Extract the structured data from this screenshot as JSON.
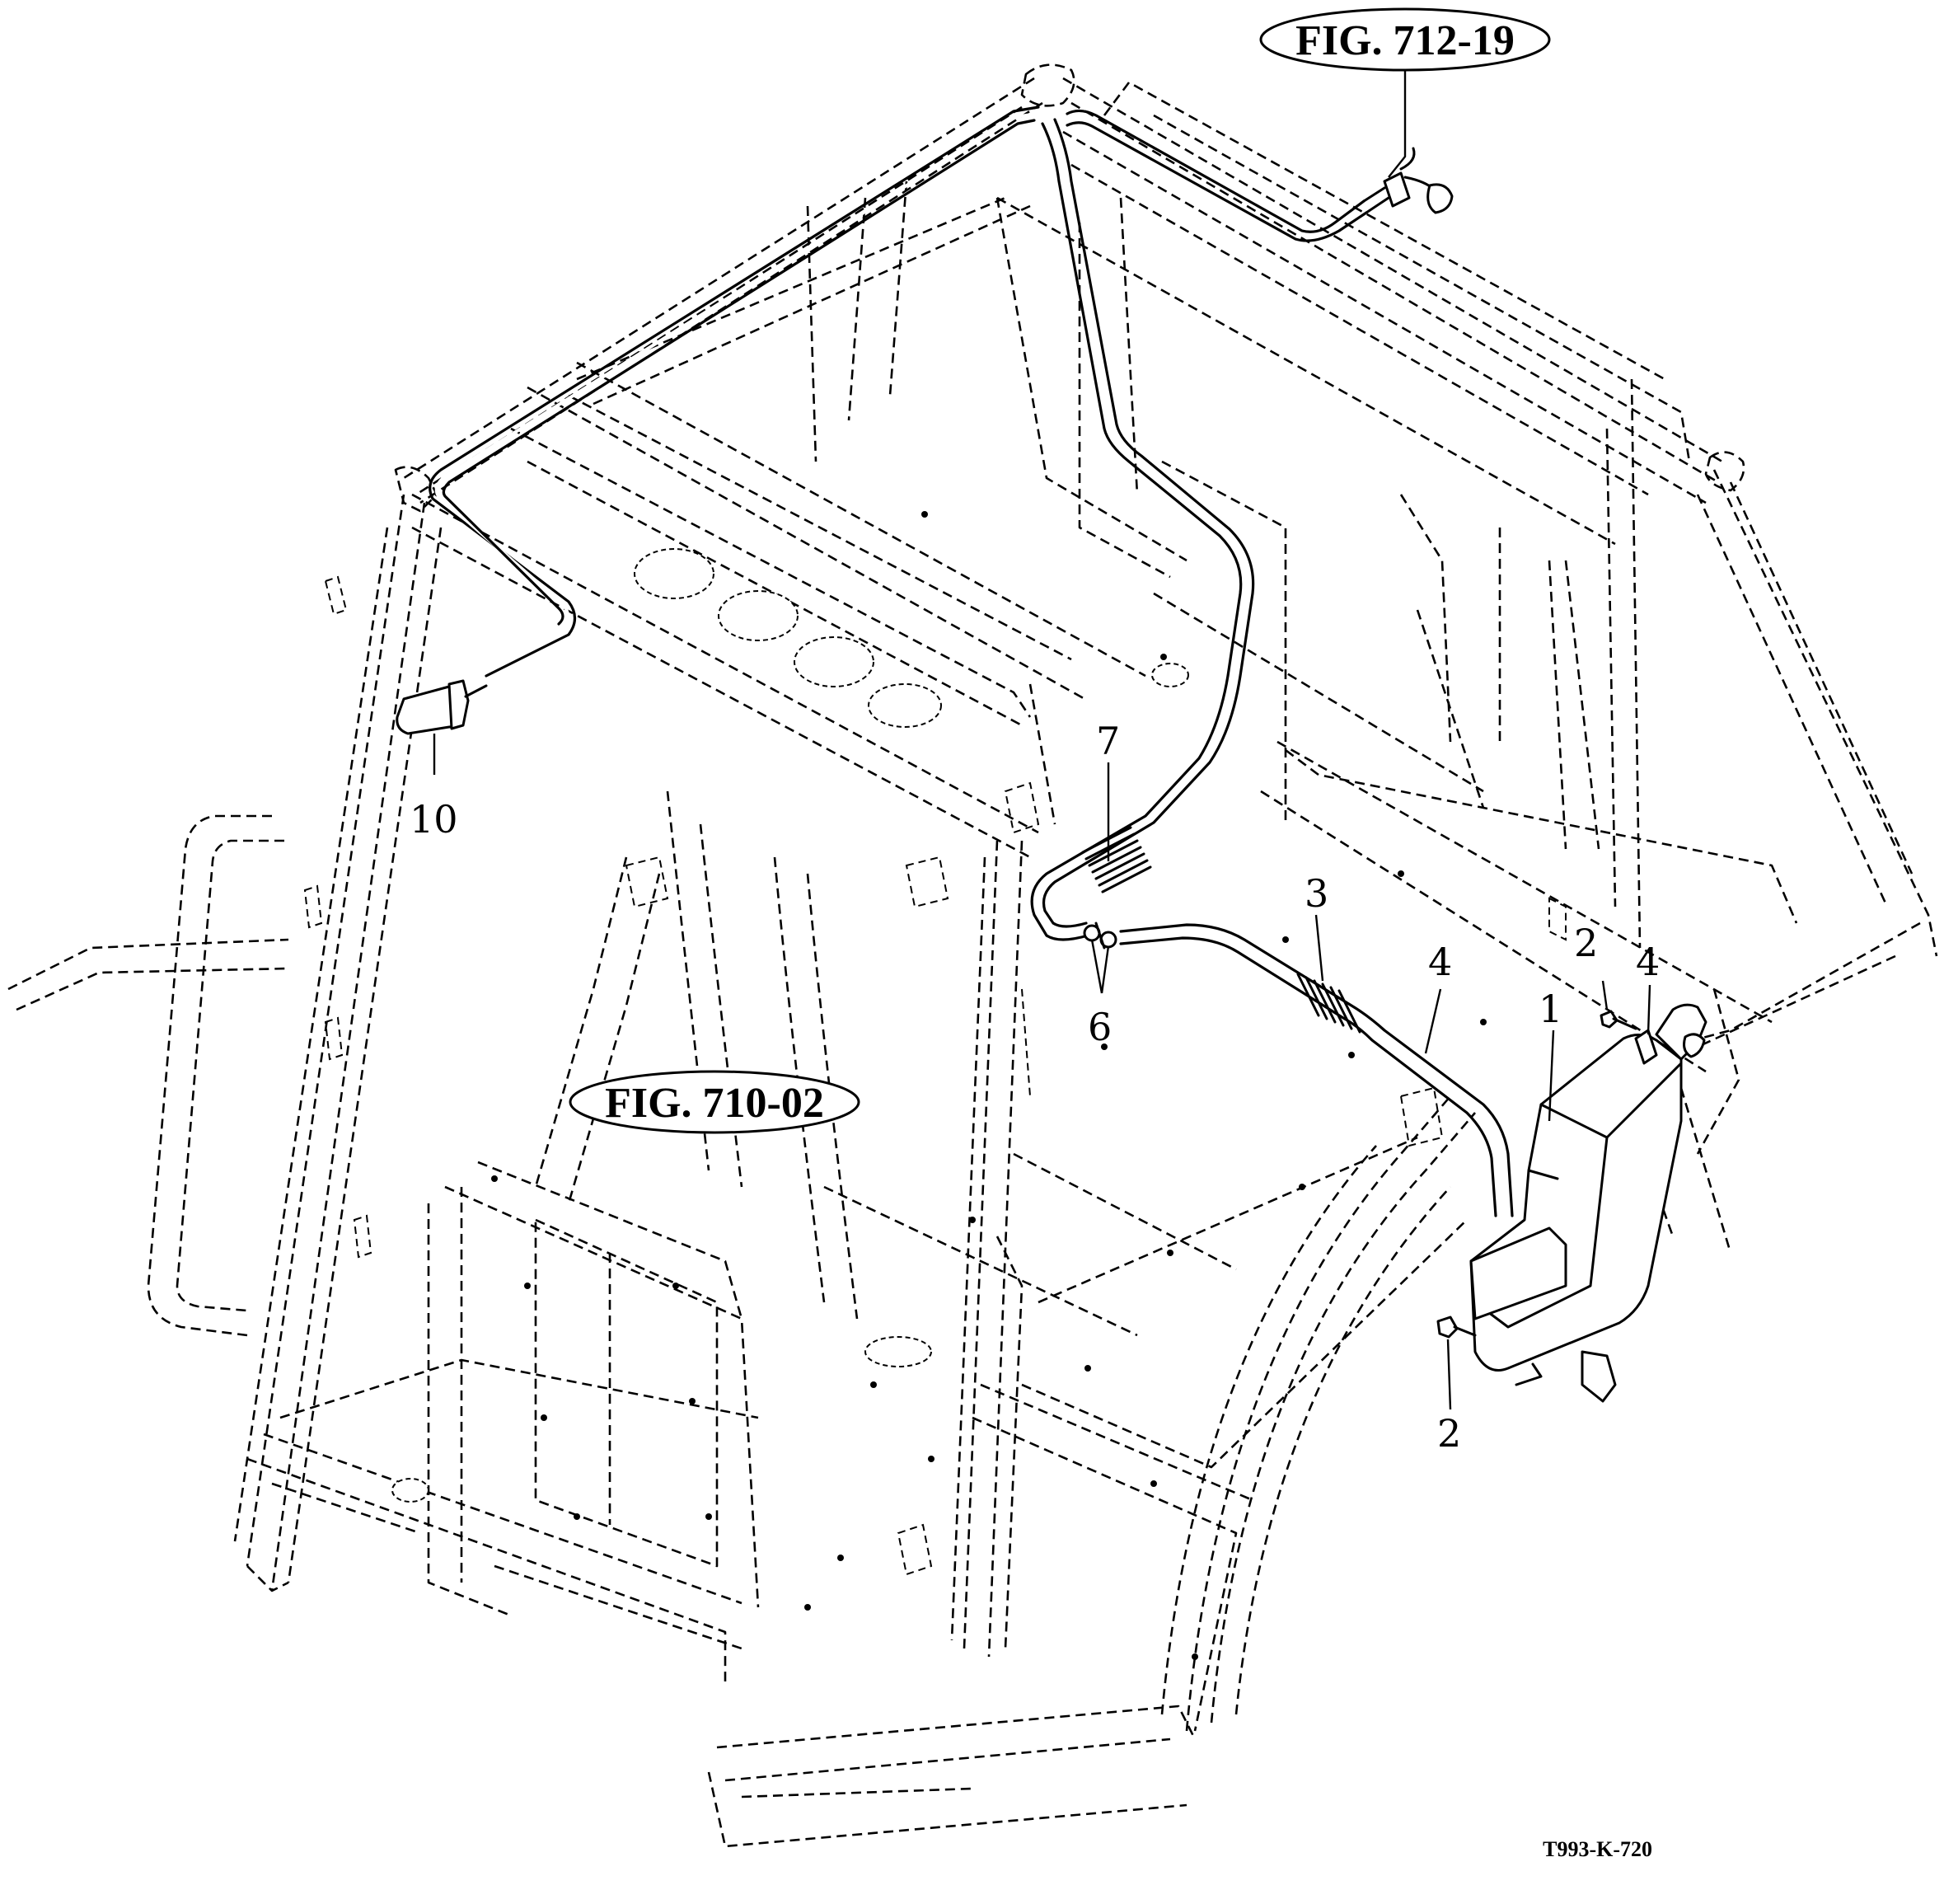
{
  "figure_refs": {
    "top": "FIG. 712-19",
    "middle": "FIG. 710-02"
  },
  "callouts": {
    "c1": "1",
    "c2a": "2",
    "c2b": "2",
    "c3": "3",
    "c4a": "4",
    "c4b": "4",
    "c6": "6",
    "c7": "7",
    "c10": "10"
  },
  "drawing_number": "T993-K-720",
  "colors": {
    "line": "#000000",
    "background": "#ffffff"
  }
}
